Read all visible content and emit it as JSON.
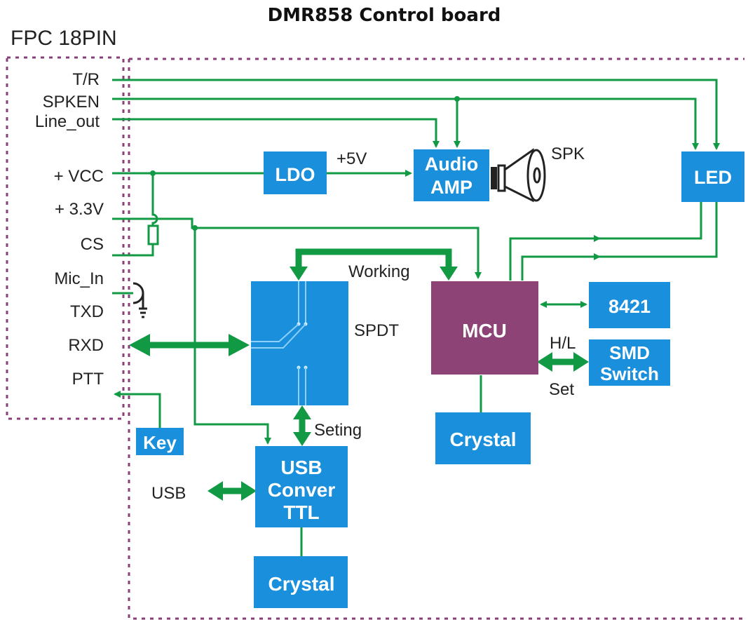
{
  "title": "DMR858 Control board",
  "connector": {
    "label": "FPC 18PIN",
    "pins": [
      "T/R",
      "SPKEN",
      "Line_out",
      "+ VCC",
      "+ 3.3V",
      "CS",
      "Mic_In",
      "TXD",
      "RXD",
      "PTT"
    ]
  },
  "blocks": {
    "ldo": "LDO",
    "audio_amp": [
      "Audio",
      "AMP"
    ],
    "led": "LED",
    "mcu": "MCU",
    "dip": "8421",
    "smd_switch": [
      "SMD",
      "Switch"
    ],
    "crystal_mcu": "Crystal",
    "key": "Key",
    "usb_conv": [
      "USB",
      "Conver",
      "TTL"
    ],
    "crystal_usb": "Crystal",
    "spdt": "SPDT"
  },
  "labels": {
    "plus5v": "+5V",
    "spk": "SPK",
    "working": "Working",
    "seting": "Seting",
    "hl": "H/L",
    "set": "Set",
    "usb": "USB"
  },
  "colors": {
    "wire": "#119944",
    "block": "#1a8fdc",
    "mcu": "#8e4376",
    "border": "#8a3f7a"
  }
}
